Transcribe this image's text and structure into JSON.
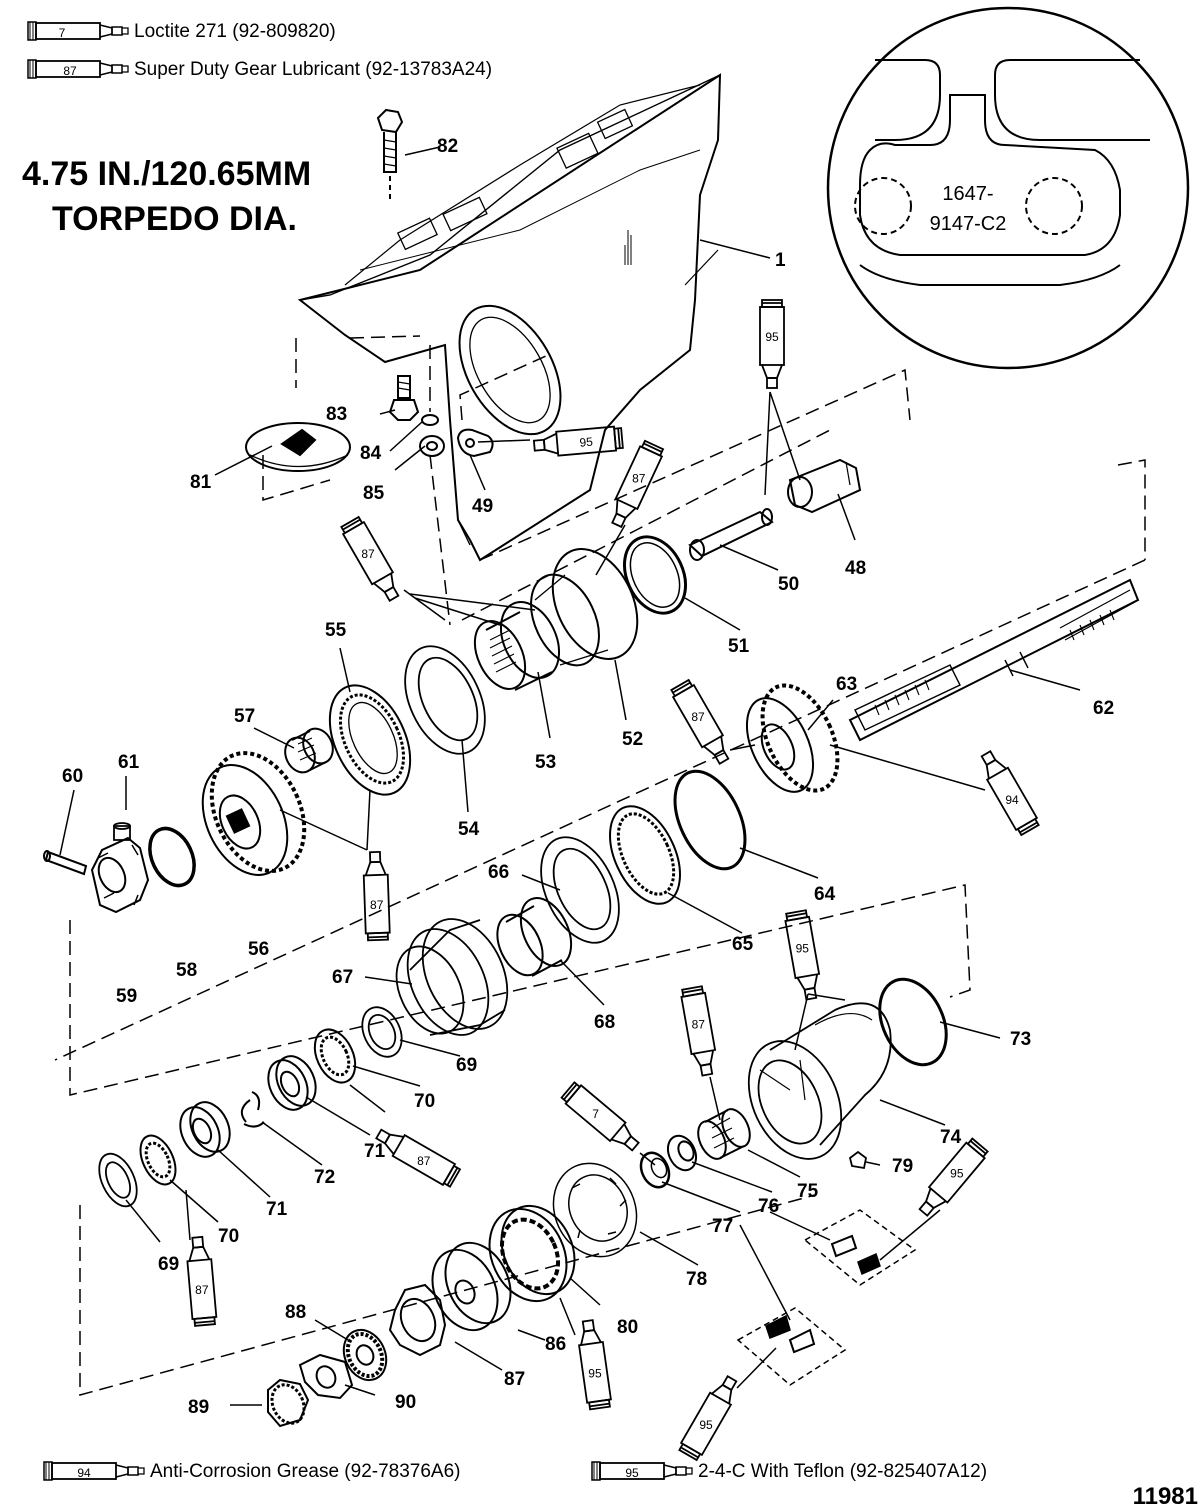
{
  "title": {
    "line1": "4.75 IN./120.65MM",
    "line2": "TORPEDO DIA."
  },
  "legend": {
    "top": [
      {
        "code": "7",
        "text": "Loctite 271 (92-809820)"
      },
      {
        "code": "87",
        "text": "Super Duty Gear Lubricant (92-13783A24)"
      }
    ],
    "bottom": [
      {
        "code": "94",
        "text": "Anti-Corrosion Grease (92-78376A6)"
      },
      {
        "code": "95",
        "text": "2-4-C  With Teflon (92-825407A12)"
      }
    ]
  },
  "inset": {
    "line1": "1647-",
    "line2": "9147-C2"
  },
  "doc_number": "11981",
  "parts": [
    {
      "n": "1"
    },
    {
      "n": "48"
    },
    {
      "n": "49"
    },
    {
      "n": "50"
    },
    {
      "n": "51"
    },
    {
      "n": "52"
    },
    {
      "n": "53"
    },
    {
      "n": "54"
    },
    {
      "n": "55"
    },
    {
      "n": "56"
    },
    {
      "n": "57"
    },
    {
      "n": "58"
    },
    {
      "n": "59"
    },
    {
      "n": "60"
    },
    {
      "n": "61"
    },
    {
      "n": "62"
    },
    {
      "n": "63"
    },
    {
      "n": "64"
    },
    {
      "n": "65"
    },
    {
      "n": "66"
    },
    {
      "n": "67"
    },
    {
      "n": "68"
    },
    {
      "n": "69"
    },
    {
      "n": "69"
    },
    {
      "n": "70"
    },
    {
      "n": "70"
    },
    {
      "n": "71"
    },
    {
      "n": "71"
    },
    {
      "n": "72"
    },
    {
      "n": "73"
    },
    {
      "n": "74"
    },
    {
      "n": "75"
    },
    {
      "n": "76"
    },
    {
      "n": "77"
    },
    {
      "n": "78"
    },
    {
      "n": "79"
    },
    {
      "n": "80"
    },
    {
      "n": "81"
    },
    {
      "n": "82"
    },
    {
      "n": "83"
    },
    {
      "n": "84"
    },
    {
      "n": "85"
    },
    {
      "n": "86"
    },
    {
      "n": "87"
    },
    {
      "n": "88"
    },
    {
      "n": "89"
    },
    {
      "n": "90"
    }
  ],
  "tubes": [
    {
      "code": "95"
    },
    {
      "code": "95"
    },
    {
      "code": "87"
    },
    {
      "code": "87"
    },
    {
      "code": "87"
    },
    {
      "code": "94"
    },
    {
      "code": "87"
    },
    {
      "code": "95"
    },
    {
      "code": "87"
    },
    {
      "code": "7"
    },
    {
      "code": "87"
    },
    {
      "code": "87"
    },
    {
      "code": "95"
    },
    {
      "code": "95"
    },
    {
      "code": "95"
    }
  ]
}
